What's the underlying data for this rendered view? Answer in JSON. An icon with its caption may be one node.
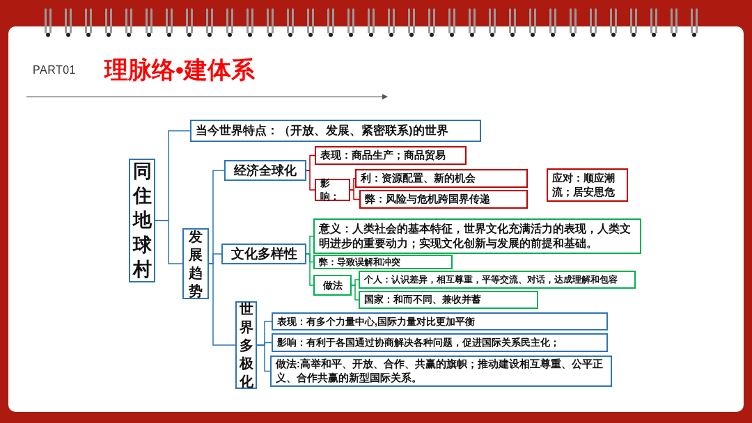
{
  "diagram": {
    "title": "理脉络•建体系",
    "nodes": [
      {
        "text": [
          "同住地球村"
        ]
      },
      {
        "text": [
          "当今世界特点：（开放、发展、紧密联系)的世界"
        ]
      },
      {
        "text": [
          "发展趋势"
        ]
      },
      {
        "text": [
          "经济全球化"
        ]
      },
      {
        "text": [
          "表现：商品生产；商品贸易"
        ]
      },
      {
        "text": [
          "影响："
        ]
      },
      {
        "text": [
          "**利**：资源配置、新的机会"
        ]
      },
      {
        "text": [
          "**弊**：风险与危机跨国界传递"
        ]
      },
      {
        "text": [
          "应对：顺应潮流；居安思危"
        ]
      },
      {
        "text": [
          "文化多样性"
        ]
      },
      {
        "text": [
          "意义：人类社会的基本特征，世界文化充满活力的表现，人类文明进步的重要动力；实现文化创新与发展的前提和基础。"
        ]
      },
      {
        "text": [
          "**弊**：导致误解和冲突"
        ]
      },
      {
        "text": [
          "做法"
        ]
      },
      {
        "text": [
          "**个人：**认识差异，相互尊重，平等交流、对话，达成理解和包容"
        ]
      },
      {
        "text": [
          "**国家：**和而不同、兼收并蓄"
        ]
      },
      {
        "text": [
          "世界多极化"
        ]
      },
      {
        "text": [
          "表现：有多个力量中心,国际力量对比更加平衡"
        ]
      },
      {
        "text": [
          "影响：有利于各国通过协商解决各种问题，促进国际关系民主化；"
        ]
      },
      {
        "text": [
          "做法:**高举**和平、开放、合作、共赢的**旗帜**；**推动建设**相互尊重、公平正义、合作共赢的**新型国际关系**。"
        ]
      }
    ],
    "edges": [
      {
        "from": 0,
        "to": 1,
        "arrow": "none"
      },
      {
        "from": 0,
        "to": 2,
        "arrow": "none"
      },
      {
        "from": 2,
        "to": 3,
        "arrow": "none"
      },
      {
        "from": 2,
        "to": 9,
        "arrow": "none"
      },
      {
        "from": 2,
        "to": 15,
        "arrow": "none"
      },
      {
        "from": 3,
        "to": 4,
        "arrow": "none",
        "color": "#c00000"
      },
      {
        "from": 3,
        "to": 5,
        "arrow": "none",
        "color": "#c00000"
      },
      {
        "from": 5,
        "to": 6,
        "arrow": "none",
        "color": "#c00000"
      },
      {
        "from": 5,
        "to": 7,
        "arrow": "none",
        "color": "#c00000"
      },
      {
        "from": 9,
        "to": 10,
        "arrow": "none",
        "color": "#00b050"
      },
      {
        "from": 9,
        "to": 11,
        "arrow": "none",
        "color": "#00b050"
      },
      {
        "from": 9,
        "to": 12,
        "arrow": "none",
        "color": "#00b050"
      },
      {
        "from": 12,
        "to": 13,
        "arrow": "none",
        "color": "#00b050"
      },
      {
        "from": 12,
        "to": 14,
        "arrow": "none",
        "color": "#00b050"
      },
      {
        "from": 15,
        "to": 16,
        "arrow": "none"
      },
      {
        "from": 15,
        "to": 17,
        "arrow": "none"
      },
      {
        "from": 15,
        "to": 18,
        "arrow": "none"
      }
    ],
    "labels": [
      "PART01"
    ]
  }
}
